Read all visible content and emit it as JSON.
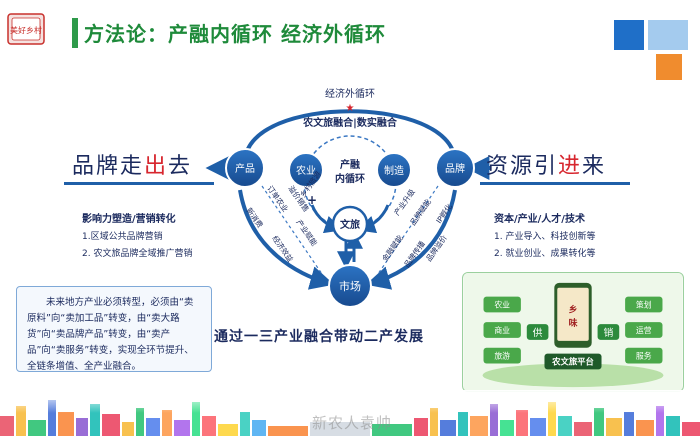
{
  "header": {
    "title": "方法论：产融内循环 经济外循环",
    "logo_text": "美好乡村"
  },
  "diagram": {
    "outer_loop_label": "经济外循环",
    "star_glyph": "★",
    "fusion_label": "农文旅融合|数实融合",
    "inner_loop_label_line1": "产融",
    "inner_loop_label_line2": "内循环",
    "nodes": {
      "product": "产品",
      "agriculture": "农业",
      "manufacturing": "制造",
      "brand": "品牌",
      "culture_tourism": "文旅",
      "market": "市场"
    },
    "arrow_labels": {
      "order_farming": "订单农业",
      "premium_sales": "溢价销售",
      "industrial_support": "产业赋能",
      "branding_support": "品牌赋能",
      "new_consumption": "新消费",
      "rural_tour": "乡村旅游",
      "brand_premium": "品牌溢价",
      "industry_upgrade": "产业升级",
      "economic_benefit": "经济效益",
      "ip_incubation": "IP孵化",
      "financial_support": "金融赋能",
      "brand_dissemination": "品牌传播"
    },
    "plus_glyph": "+"
  },
  "left_panel": {
    "heading_before": "品牌走",
    "heading_highlight": "出",
    "heading_after": "去",
    "block_title": "影响力塑造/营销转化",
    "items": [
      "1.区域公共品牌营销",
      "2. 农文旅品牌全域推广营销"
    ]
  },
  "right_panel": {
    "heading_before": "资源引",
    "heading_highlight": "进",
    "heading_after": "来",
    "block_title": "资本/产业/人才/技术",
    "items": [
      "1. 产业导入、科技创新等",
      "2. 就业创业、成果转化等"
    ]
  },
  "summary": {
    "text": "未来地方产业必须转型，必须由“卖原料”向“卖加工品”转变，由“卖大路货”向“卖品牌产品”转变，由“卖产品”向“卖服务”转变，实现全环节提升、全链条增值、全产业融合。"
  },
  "bottom_caption": "通过一三产业融合带动二产发展",
  "platform": {
    "center_label": "农文旅平台",
    "tags_left": [
      "农业",
      "商业",
      "旅游"
    ],
    "tags_right": [
      "策划",
      "运营",
      "服务"
    ],
    "supply_label": "供",
    "sales_label": "销"
  },
  "watermark": "新农人袁帅",
  "colors": {
    "title_green": "#1e8a3a",
    "navy": "#1b2a5e",
    "node_blue": "#1f5fa8",
    "highlight_red": "#d7262e",
    "accent_orange": "#f08c2e",
    "accent_blue": "#1f6fc8"
  }
}
